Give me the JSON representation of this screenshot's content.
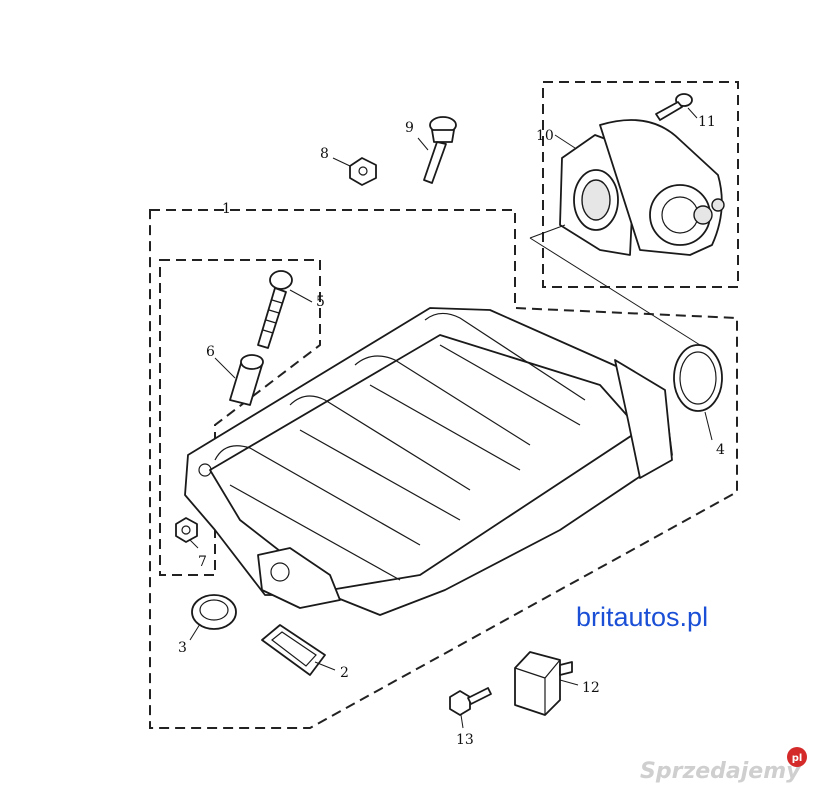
{
  "callouts": [
    "1",
    "2",
    "3",
    "4",
    "5",
    "6",
    "7",
    "8",
    "9",
    "10",
    "11",
    "12",
    "13"
  ],
  "brand_text": "britautos.pl",
  "watermark": "Sprzedajemy",
  "watermark_badge": "pl",
  "colors": {
    "brand": "#1a4fd6",
    "line": "#1a1a1a",
    "watermark": "#cfcfcf",
    "badge": "#d42a2a"
  }
}
